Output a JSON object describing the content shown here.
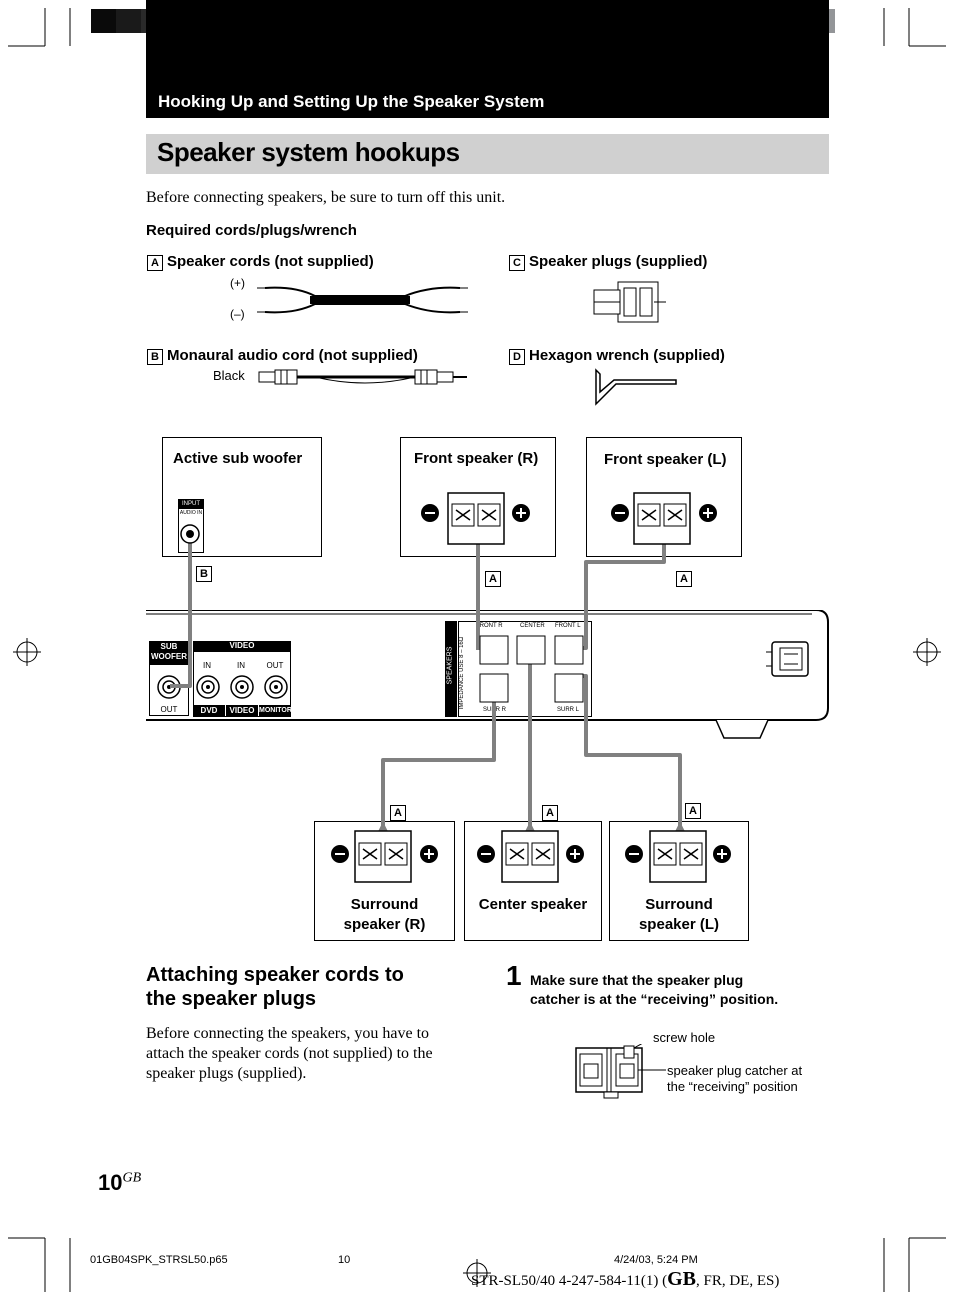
{
  "header": {
    "section_title": "Hooking Up and Setting Up the Speaker System",
    "page_title": "Speaker system hookups",
    "intro": "Before connecting speakers, be sure to turn off this unit."
  },
  "color_bar": {
    "grays": [
      "#0a0a0a",
      "#1a1a1a",
      "#2a2a2a",
      "#3c3434",
      "#504848",
      "#6a6262",
      "#8a8282",
      "#a8a0a0",
      "#cccaca",
      "#ffffff"
    ],
    "colors": [
      "#fff200",
      "#ec008c",
      "#00aeef",
      "#2e3192",
      "#00a651",
      "#ed1c24",
      "#231f20",
      "#fff799",
      "#f49ac1",
      "#8ed8f8",
      "#939598"
    ]
  },
  "required": {
    "heading": "Required cords/plugs/wrench",
    "items": [
      {
        "letter": "A",
        "label": "Speaker cords (not supplied)"
      },
      {
        "letter": "B",
        "label": "Monaural audio cord (not supplied)"
      },
      {
        "letter": "C",
        "label": "Speaker plugs (supplied)"
      },
      {
        "letter": "D",
        "label": "Hexagon wrench (supplied)"
      }
    ],
    "plus_label": "(+)",
    "minus_label": "(–)",
    "black_label": "Black"
  },
  "speakers": {
    "subwoofer": "Active sub woofer",
    "front_r": "Front speaker (R)",
    "front_l": "Front speaker (L)",
    "surround_r_line1": "Surround",
    "surround_r_line2": "speaker (R)",
    "center": "Center speaker",
    "surround_l_line1": "Surround",
    "surround_l_line2": "speaker (L)",
    "input_label": "INPUT",
    "audio_in_label": "AUDIO IN"
  },
  "wire_tags": {
    "a": "A",
    "b": "B"
  },
  "rear_panel": {
    "sub_woofer": "SUB WOOFER",
    "video": "VIDEO",
    "in1": "IN",
    "in2": "IN",
    "out": "OUT",
    "out2": "OUT",
    "dvd": "DVD",
    "video2": "VIDEO",
    "monitor": "MONITOR",
    "speakers": "SPEAKERS",
    "impedance": "IMPEDANCE USE 8 – 16Ω",
    "front_r": "FRONT R",
    "center": "CENTER",
    "front_l": "FRONT L",
    "surr_r": "SURR R",
    "surr_l": "SURR L"
  },
  "attaching": {
    "heading_line1": "Attaching speaker cords to",
    "heading_line2": "the speaker plugs",
    "body_line1": "Before connecting the speakers, you have to",
    "body_line2": "attach the speaker cords (not supplied) to the",
    "body_line3": "speaker plugs (supplied)."
  },
  "step1": {
    "number": "1",
    "line1": "Make sure that the speaker plug",
    "line2": "catcher is at the “receiving” position.",
    "screw_hole": "screw hole",
    "catcher_line1": "speaker plug catcher at",
    "catcher_line2": "the “receiving” position"
  },
  "footer": {
    "page_number": "10",
    "page_suffix": "GB",
    "file": "01GB04SPK_STRSL50.p65",
    "page": "10",
    "date": "4/24/03, 5:24 PM",
    "model_prefix": "STR-SL50/40   4-247-584-11(1) (",
    "model_gb": "GB",
    "model_suffix": ", FR, DE, ES)"
  }
}
